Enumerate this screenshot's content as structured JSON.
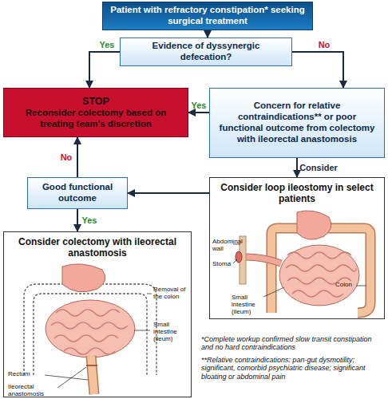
{
  "diagram": {
    "nodes": [
      {
        "text": [
          "Patient with refractory constipation* seeking surgical treatment"
        ]
      },
      {
        "text": [
          "Evidence of dyssynergic defecation?"
        ]
      },
      {
        "text": [
          "STOP",
          "Reconsider colectomy based on treating team's discretion"
        ]
      },
      {
        "text": [
          "Concern for relative contraindications** or poor functional outcome from colectomy with ileorectal anastomosis"
        ]
      },
      {
        "text": [
          "Consider loop ileostomy in select patients"
        ]
      },
      {
        "text": [
          "Good functional outcome"
        ]
      },
      {
        "text": [
          "Consider colectomy with ileorectal anastomosis"
        ]
      }
    ],
    "edges": [
      {
        "from": 0,
        "to": 1,
        "arrow": "to"
      },
      {
        "from": 1,
        "to": 2,
        "label": "Yes",
        "arrow": "to"
      },
      {
        "from": 1,
        "to": 3,
        "label": "No",
        "arrow": "to"
      },
      {
        "from": 3,
        "to": 2,
        "label": "Yes",
        "arrow": "to"
      },
      {
        "from": 3,
        "to": 4,
        "label": "Consider",
        "arrow": "to"
      },
      {
        "from": 4,
        "to": 5,
        "arrow": "to"
      },
      {
        "from": 5,
        "to": 2,
        "label": "No",
        "arrow": "to"
      },
      {
        "from": 5,
        "to": 6,
        "label": "Yes",
        "arrow": "to"
      }
    ],
    "labels": [
      "Abdominal wall",
      "Stoma",
      "Small intestine (ileum)",
      "Colon",
      "Removal of the colon",
      "Small intestine (ileum)",
      "Rectum",
      "Ileorectal anastomosis",
      "*Complete workup confirmed slow transit constipation and no hard contraindications",
      "**Relative contraindications: pan-gut dysmotility; significant, comorbid psychiatric disease; significant bloating or abdominal pain"
    ]
  }
}
